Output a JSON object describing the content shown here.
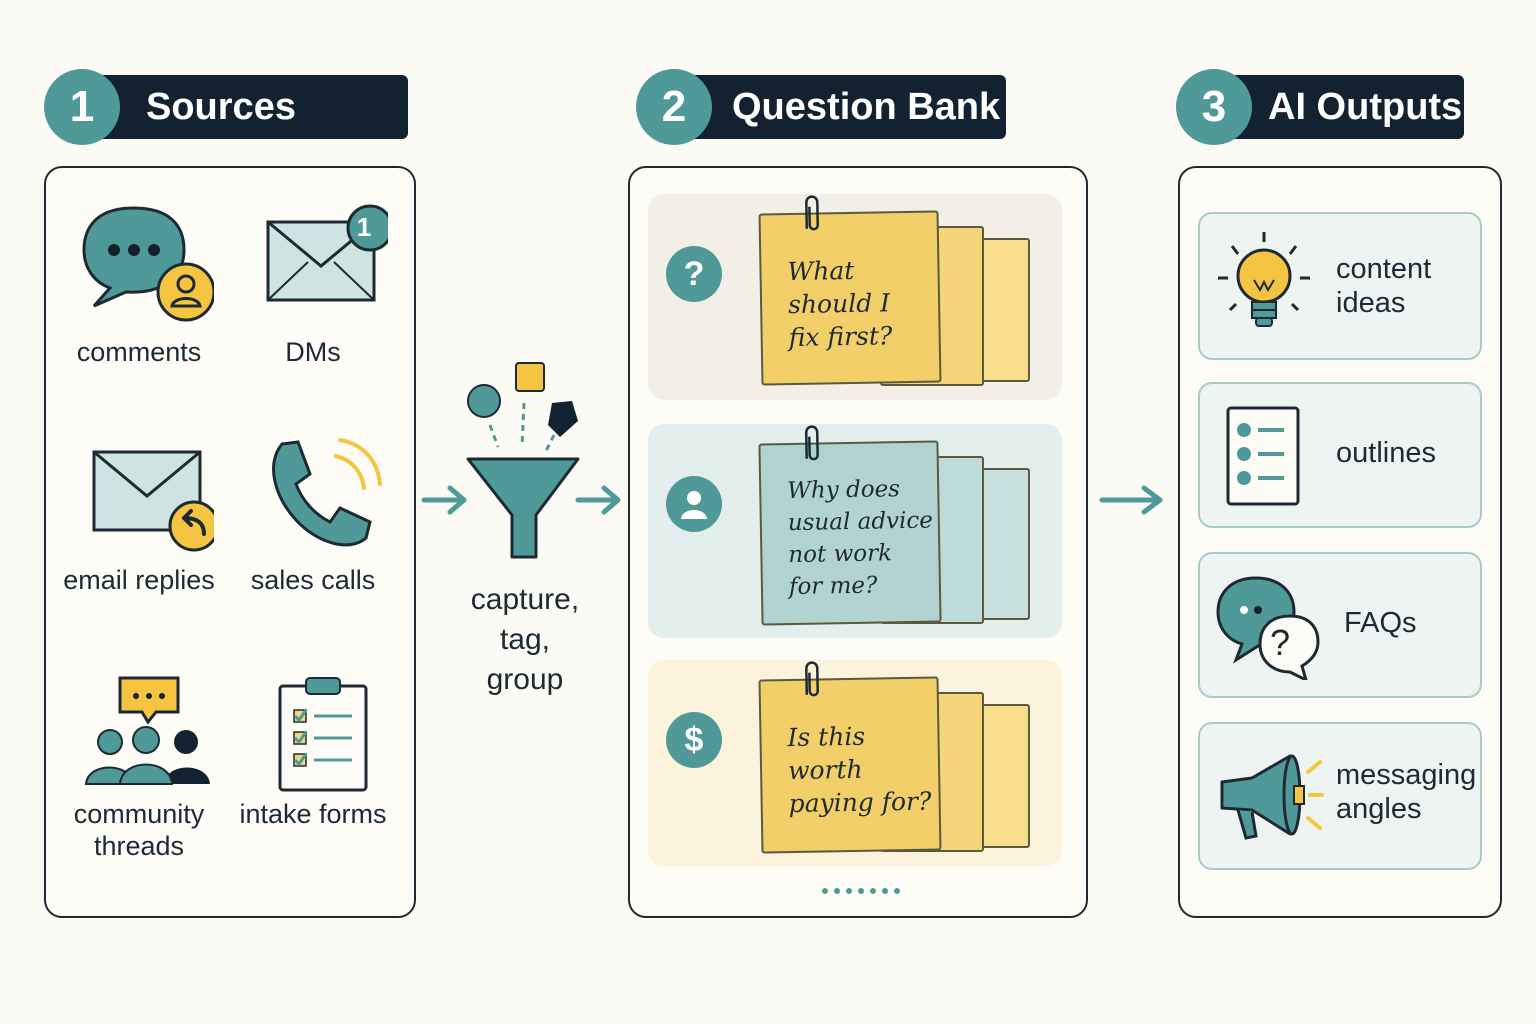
{
  "steps": [
    {
      "number": "1",
      "title": "Sources"
    },
    {
      "number": "2",
      "title": "Question Bank"
    },
    {
      "number": "3",
      "title": "AI Outputs"
    }
  ],
  "sources": [
    {
      "label": "comments",
      "icon": "chat-bubble-user-icon"
    },
    {
      "label": "DMs",
      "icon": "envelope-icon",
      "badge": "1"
    },
    {
      "label": "email replies",
      "icon": "envelope-reply-icon"
    },
    {
      "label": "sales calls",
      "icon": "phone-icon"
    },
    {
      "label": "community\nthreads",
      "icon": "community-icon"
    },
    {
      "label": "intake forms",
      "icon": "clipboard-icon"
    }
  ],
  "funnel": {
    "label": "capture,\ntag,\ngroup"
  },
  "questions": [
    {
      "icon_text": "?",
      "icon": "question-icon",
      "text": "What\nshould I\nfix first?",
      "color": "#f5d57a"
    },
    {
      "icon_text": "",
      "icon": "user-icon",
      "text": "Why does\nusual advice\nnot work\nfor me?",
      "color": "#b9d9d6"
    },
    {
      "icon_text": "$",
      "icon": "dollar-icon",
      "text": "Is this\nworth\npaying for?",
      "color": "#f5d57a"
    }
  ],
  "outputs": [
    {
      "label": "content\nideas",
      "icon": "lightbulb-icon"
    },
    {
      "label": "outlines",
      "icon": "outline-list-icon"
    },
    {
      "label": "FAQs",
      "icon": "faq-chat-icon"
    },
    {
      "label": "messaging\nangles",
      "icon": "megaphone-icon"
    }
  ],
  "colors": {
    "teal": "#4f9a98",
    "navy": "#122230",
    "yellow": "#f5d57a",
    "mint": "#b9d9d6"
  }
}
